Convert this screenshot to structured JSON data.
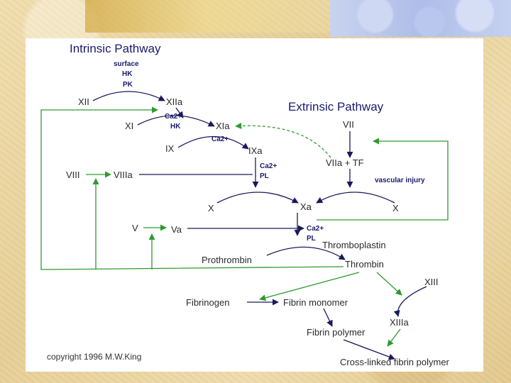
{
  "titles": {
    "intrinsic": "Intrinsic Pathway",
    "extrinsic": "Extrinsic Pathway"
  },
  "factors": {
    "surface": "surface",
    "hk": "HK",
    "pk": "PK",
    "xii": "XII",
    "xiia": "XIIa",
    "xi": "XI",
    "ca2_1": "Ca2+",
    "hk2": "HK",
    "xia": "XIa",
    "ix": "IX",
    "ca2_2": "Ca2+",
    "ixa": "IXa",
    "ca2_3": "Ca2+",
    "pl1": "PL",
    "vii": "VII",
    "viia_tf": "VIIa + TF",
    "vascular_injury": "vascular injury",
    "viii": "VIII",
    "viiia": "VIIIa",
    "x_left": "X",
    "xa": "Xa",
    "x_right": "X",
    "v": "V",
    "va": "Va",
    "ca2_4": "Ca2+",
    "pl2": "PL",
    "thromboplastin": "Thromboplastin",
    "prothrombin": "Prothrombin",
    "thrombin": "Thrombin",
    "xiii": "XIII",
    "fibrinogen": "Fibrinogen",
    "fibrin_monomer": "Fibrin monomer",
    "xiiia": "XIIIa",
    "fibrin_polymer": "Fibrin polymer",
    "crosslinked": "Cross-linked fibrin polymer"
  },
  "copyright": "copyright 1996 M.W.King",
  "colors": {
    "text": "#2a2a2a",
    "cofactor": "#1a1a6e",
    "arrow_dark": "#1a1a5a",
    "arrow_green": "#2e9a2e"
  }
}
